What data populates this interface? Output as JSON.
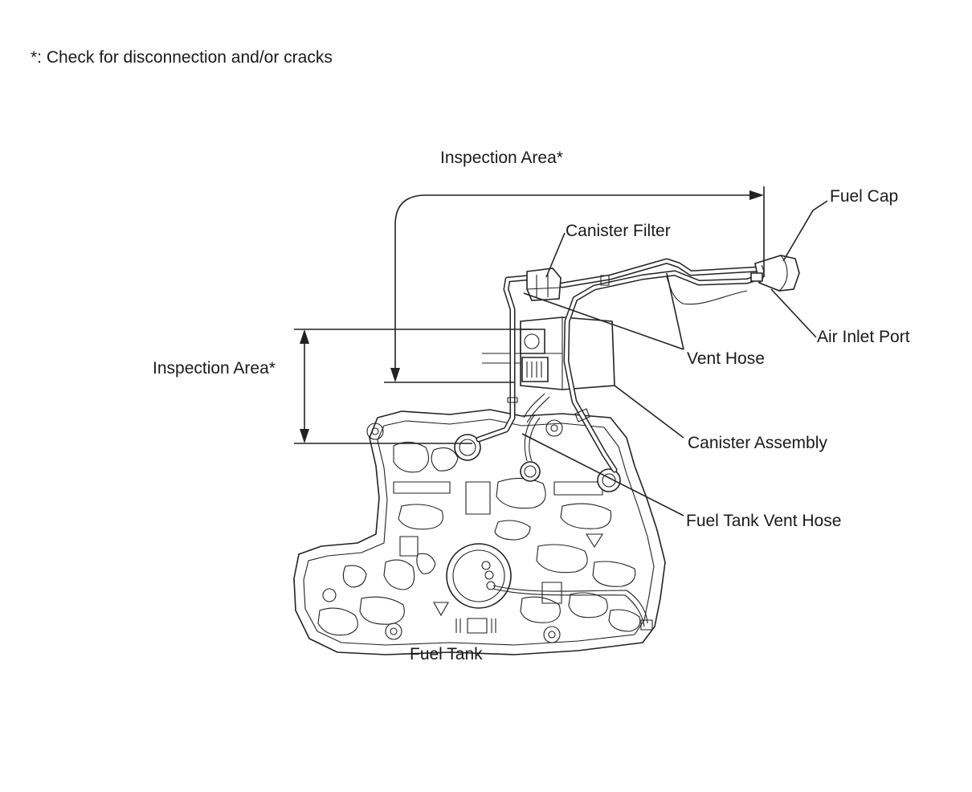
{
  "note": "*: Check for disconnection and/or cracks",
  "labels": {
    "inspection_area_top": "Inspection Area*",
    "inspection_area_left": "Inspection Area*",
    "fuel_cap": "Fuel Cap",
    "canister_filter": "Canister Filter",
    "air_inlet_port": "Air Inlet Port",
    "vent_hose": "Vent Hose",
    "canister_assembly": "Canister Assembly",
    "fuel_tank_vent_hose": "Fuel Tank Vent Hose",
    "fuel_tank": "Fuel Tank"
  }
}
